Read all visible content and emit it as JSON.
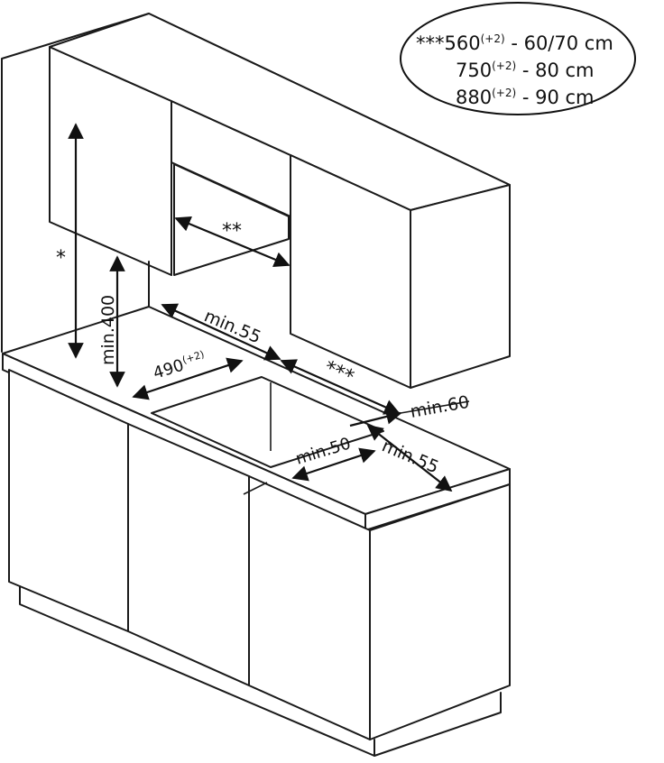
{
  "legend": {
    "line1_prefix": "***",
    "line1_value": "560",
    "line1_sup": "(+2)",
    "line1_range": " - 60/70 cm",
    "line2_value": "750",
    "line2_sup": "(+2)",
    "line2_range": " - 80 cm",
    "line3_value": "880",
    "line3_sup": "(+2)",
    "line3_range": " - 90 cm"
  },
  "labels": {
    "star_single": "*",
    "star_double": "**",
    "star_triple": "***",
    "min_400": "min.400",
    "min_55_top": "min.55",
    "dim_490": "490",
    "dim_490_sup": "(+2)",
    "min_60": "min.60",
    "min_50": "min.50",
    "min_55_right": "min.55"
  }
}
